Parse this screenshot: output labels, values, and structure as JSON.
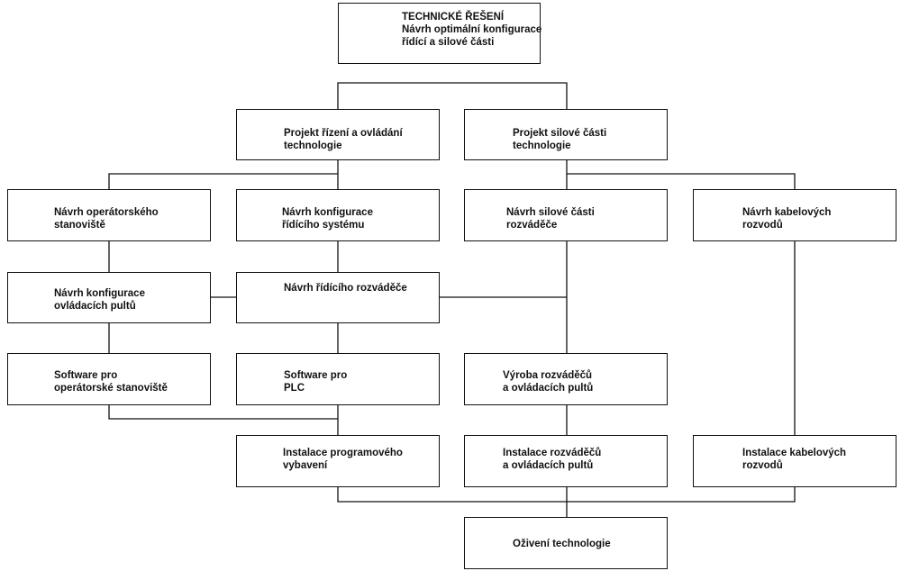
{
  "nodes": {
    "root": {
      "lines": [
        "TECHNICKÉ ŘEŠENÍ",
        "Návrh optimální konfigurace",
        "řídící a silové části"
      ]
    },
    "proj_control": {
      "lines": [
        "Projekt řízení a ovládání",
        "technologie"
      ]
    },
    "proj_power": {
      "lines": [
        "Projekt silové části",
        "technologie"
      ]
    },
    "op_station": {
      "lines": [
        "Návrh operátorského",
        "stanoviště"
      ]
    },
    "ctrl_system": {
      "lines": [
        "Návrh konfigurace",
        "řídícího systému"
      ]
    },
    "power_switchboard": {
      "lines": [
        "Návrh silové části",
        "rozváděče"
      ]
    },
    "cables": {
      "lines": [
        "Návrh kabelových",
        "rozvodů"
      ]
    },
    "panels_config": {
      "lines": [
        "Návrh konfigurace",
        "ovládacích pultů"
      ]
    },
    "ctrl_switchboard": {
      "lines": [
        "Návrh řídícího rozváděče"
      ]
    },
    "sw_op_station": {
      "lines": [
        "Software pro",
        "operátorské stanoviště"
      ]
    },
    "sw_plc": {
      "lines": [
        "Software pro",
        "PLC"
      ]
    },
    "production": {
      "lines": [
        "Výroba rozváděčů",
        "a ovládacích pultů"
      ]
    },
    "install_sw": {
      "lines": [
        "Instalace programového",
        "vybavení"
      ]
    },
    "install_switchboards": {
      "lines": [
        "Instalace rozváděčů",
        "a ovládacích pultů"
      ]
    },
    "install_cables": {
      "lines": [
        "Instalace kabelových",
        "rozvodů"
      ]
    },
    "commissioning": {
      "lines": [
        "Oživení technologie"
      ]
    }
  },
  "colors": {
    "line": "#111111",
    "box_fill": "#ffffff",
    "text": "#111111"
  }
}
